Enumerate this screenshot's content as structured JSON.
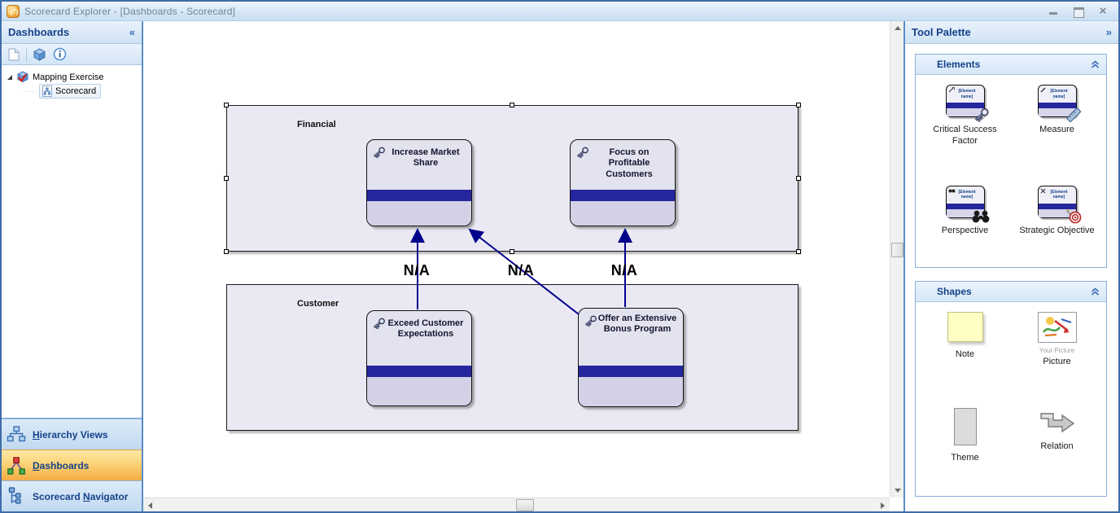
{
  "window": {
    "title": "Scorecard Explorer - [Dashboards - Scorecard]"
  },
  "colors": {
    "accent_blue": "#15428B",
    "active_nav_orange": "#F3AC44",
    "objective_bar_navy": "#26269E",
    "arrow_navy": "#00008B",
    "perspective_fill": "#EAE9F3",
    "objective_fill": "#E3E2EF",
    "objective_footer": "#D2D1E5",
    "note_yellow": "#FFFFC4"
  },
  "icons": {
    "app": "gauge-icon",
    "panel_collapse_glyph": "«",
    "panel_expand_glyph": "»",
    "group_collapse": "chevron-double-up",
    "left_toolbar": [
      "new-document-icon",
      "cube-icon",
      "info-icon"
    ],
    "tree": [
      "cube-check-icon",
      "scorecard-diagram-icon"
    ],
    "nav": [
      "hierarchy-icon",
      "dashboards-org-icon",
      "navigator-tree-icon"
    ],
    "objective_badge": "key-icon",
    "element_overlays": [
      "key-icon",
      "ruler-icon",
      "binoculars-icon",
      "target-icon"
    ]
  },
  "left_panel": {
    "title": "Dashboards",
    "collapse_glyph": "«",
    "tree": [
      {
        "label": "Mapping Exercise",
        "selected": false
      },
      {
        "label": "Scorecard",
        "selected": true
      }
    ],
    "nav": [
      {
        "pre": "",
        "accel": "H",
        "rest": "ierarchy Views",
        "active": false
      },
      {
        "pre": "",
        "accel": "D",
        "rest": "ashboards",
        "active": true
      },
      {
        "pre": "Scorecard ",
        "accel": "N",
        "rest": "avigator",
        "active": false
      }
    ]
  },
  "canvas": {
    "perspectives": [
      {
        "label": "Financial",
        "selected": true,
        "objectives": [
          {
            "label": "Increase Market Share"
          },
          {
            "label": "Focus on Profitable Customers"
          }
        ]
      },
      {
        "label": "Customer",
        "selected": false,
        "objectives": [
          {
            "label": "Exceed Customer Expectations"
          },
          {
            "label": "Offer an Extensive Bonus Program"
          }
        ]
      }
    ],
    "relation_labels": [
      "N/A",
      "N/A",
      "N/A"
    ]
  },
  "right_panel": {
    "title": "Tool Palette",
    "expand_glyph": "»",
    "element_placeholder": "[Element name]",
    "picture_caption": "Your Picture",
    "groups": [
      {
        "title": "Elements",
        "items": [
          {
            "label": "Critical Success Factor"
          },
          {
            "label": "Measure"
          },
          {
            "label": "Perspective"
          },
          {
            "label": "Strategic Objective"
          }
        ]
      },
      {
        "title": "Shapes",
        "items": [
          {
            "label": "Note"
          },
          {
            "label": "Picture"
          },
          {
            "label": "Theme"
          },
          {
            "label": "Relation"
          }
        ]
      }
    ]
  }
}
